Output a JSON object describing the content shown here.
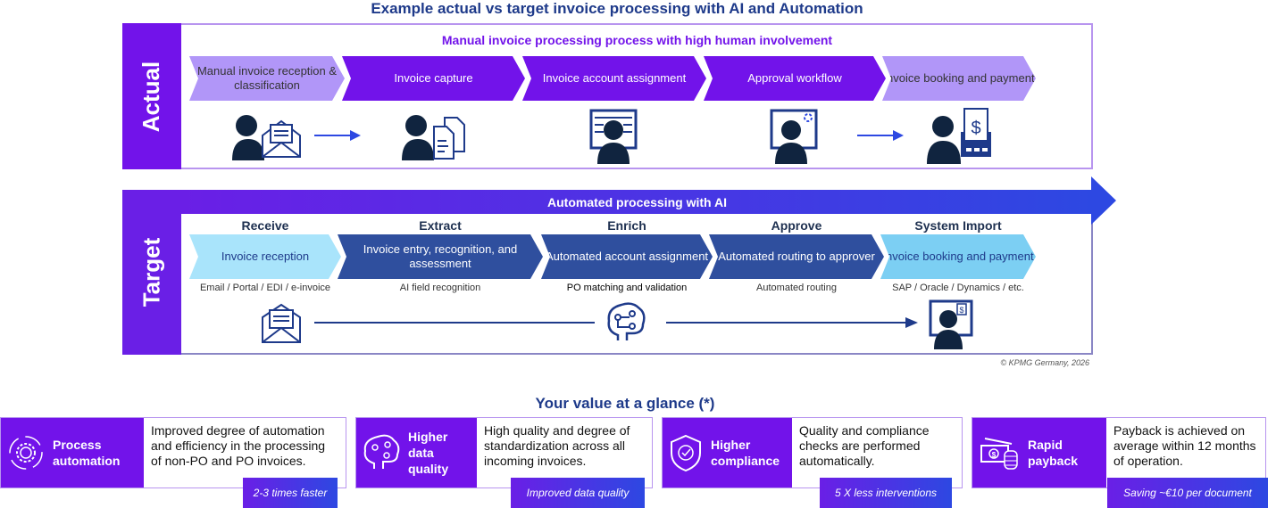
{
  "title": "Example actual vs target invoice processing with AI and Automation",
  "actual": {
    "label": "Actual",
    "subtitle": "Manual invoice processing process with high human involvement",
    "steps": [
      {
        "label": "Manual invoice reception & classification",
        "style": "lav",
        "icon": "person-envelope-icon"
      },
      {
        "label": "Invoice capture",
        "style": "pur",
        "icon": "person-documents-icon"
      },
      {
        "label": "Invoice account assignment",
        "style": "pur",
        "icon": "person-monitor-icon"
      },
      {
        "label": "Approval workflow",
        "style": "pur",
        "icon": "person-monitor-sync-icon"
      },
      {
        "label": "Invoice booking and payment",
        "style": "lav",
        "icon": "person-receipt-icon"
      }
    ]
  },
  "target": {
    "label": "Target",
    "band": "Automated processing with AI",
    "stages": [
      {
        "head": "Receive",
        "label": "Invoice reception",
        "sub": "Email / Portal / EDI / e-invoice",
        "style": "lblue"
      },
      {
        "head": "Extract",
        "label": "Invoice entry, recognition, and assessment",
        "sub": "AI field recognition",
        "style": "navy"
      },
      {
        "head": "Enrich",
        "label": "Automated account assignment",
        "sub": "PO matching and validation",
        "style": "navy"
      },
      {
        "head": "Approve",
        "label": "Automated routing to approver",
        "sub": "Automated routing",
        "style": "navy"
      },
      {
        "head": "System Import",
        "label": "Invoice booking and payment",
        "sub": "SAP / Oracle / Dynamics / etc.",
        "style": "mblue"
      }
    ]
  },
  "copyright": "© KPMG Germany, 2026",
  "value": {
    "title": "Your value at a glance (*)",
    "cards": [
      {
        "name": "Process automation",
        "desc": "Improved degree of automation and efficiency in the processing of non-PO and PO invoices.",
        "badge": "2-3 times faster",
        "icon": "gear-cycle-icon"
      },
      {
        "name": "Higher data quality",
        "desc": "High quality and degree of standardization across all incoming invoices.",
        "badge": "Improved data quality",
        "icon": "brain-circuit-icon"
      },
      {
        "name": "Higher compliance",
        "desc": "Quality and compliance checks are performed automatically.",
        "badge": "5 X less interventions",
        "icon": "shield-check-icon"
      },
      {
        "name": "Rapid payback",
        "desc": "Payback is achieved on average within 12 months of operation.",
        "badge": "Saving ~€10 per document",
        "icon": "money-coins-icon"
      }
    ]
  }
}
